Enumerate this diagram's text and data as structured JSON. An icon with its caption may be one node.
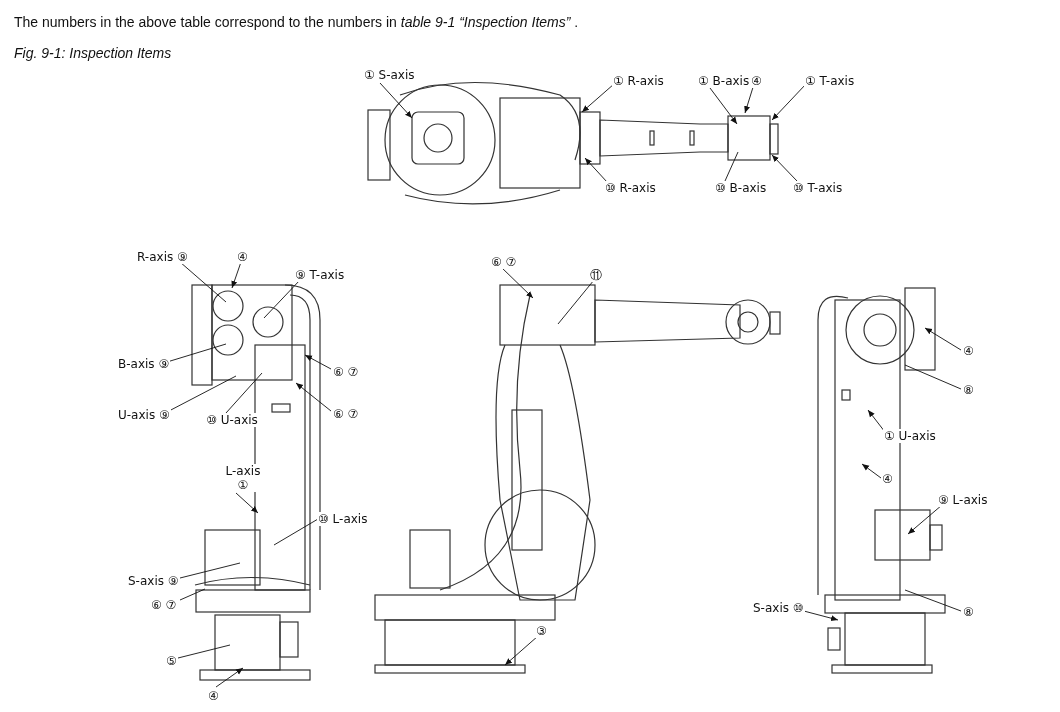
{
  "diagram": {
    "caption": "Fig. 9-1: Inspection Items",
    "nodes": [
      {
        "text": [
          "① S-axis"
        ]
      },
      {
        "text": [
          "① R-axis"
        ]
      },
      {
        "text": [
          "① B-axis"
        ]
      },
      {
        "text": [
          "④"
        ]
      },
      {
        "text": [
          "① T-axis"
        ]
      },
      {
        "text": [
          "⑩ R-axis"
        ]
      },
      {
        "text": [
          "⑩ B-axis"
        ]
      },
      {
        "text": [
          "⑩ T-axis"
        ]
      },
      {
        "text": [
          "R-axis ⑨"
        ]
      },
      {
        "text": [
          "④"
        ]
      },
      {
        "text": [
          "⑨ T-axis"
        ]
      },
      {
        "text": [
          "B-axis ⑨"
        ]
      },
      {
        "text": [
          "U-axis ⑨"
        ]
      },
      {
        "text": [
          "⑥ ⑦"
        ]
      },
      {
        "text": [
          "⑥ ⑦"
        ]
      },
      {
        "text": [
          "⑩ U-axis"
        ]
      },
      {
        "text": [
          "L-axis ①"
        ]
      },
      {
        "text": [
          "⑩ L-axis"
        ]
      },
      {
        "text": [
          "S-axis ⑨"
        ]
      },
      {
        "text": [
          "⑥ ⑦"
        ]
      },
      {
        "text": [
          "⑤"
        ]
      },
      {
        "text": [
          "④"
        ]
      },
      {
        "text": [
          "⑥ ⑦"
        ]
      },
      {
        "text": [
          "⑪"
        ]
      },
      {
        "text": [
          "③"
        ]
      },
      {
        "text": [
          "④"
        ]
      },
      {
        "text": [
          "⑧"
        ]
      },
      {
        "text": [
          "① U-axis"
        ]
      },
      {
        "text": [
          "④"
        ]
      },
      {
        "text": [
          "⑨ L-axis"
        ]
      },
      {
        "text": [
          "⑧"
        ]
      },
      {
        "text": [
          "S-axis ⑩"
        ]
      }
    ],
    "edges": [
      {
        "from": 0,
        "to": null,
        "arrow": "to"
      },
      {
        "from": 1,
        "to": null,
        "arrow": "to"
      },
      {
        "from": 2,
        "to": null,
        "arrow": "to"
      },
      {
        "from": 3,
        "to": null,
        "arrow": "to"
      },
      {
        "from": 4,
        "to": null,
        "arrow": "to"
      },
      {
        "from": 5,
        "to": null,
        "arrow": "to"
      },
      {
        "from": 6,
        "to": null,
        "arrow": "none"
      },
      {
        "from": 7,
        "to": null,
        "arrow": "to"
      },
      {
        "from": 8,
        "to": null,
        "arrow": "none"
      },
      {
        "from": 9,
        "to": null,
        "arrow": "to"
      },
      {
        "from": 10,
        "to": null,
        "arrow": "none"
      },
      {
        "from": 11,
        "to": null,
        "arrow": "none"
      },
      {
        "from": 12,
        "to": null,
        "arrow": "none"
      },
      {
        "from": 13,
        "to": null,
        "arrow": "to"
      },
      {
        "from": 14,
        "to": null,
        "arrow": "to"
      },
      {
        "from": 15,
        "to": null,
        "arrow": "none"
      },
      {
        "from": 16,
        "to": null,
        "arrow": "to"
      },
      {
        "from": 17,
        "to": null,
        "arrow": "none"
      },
      {
        "from": 18,
        "to": null,
        "arrow": "none"
      },
      {
        "from": 19,
        "to": null,
        "arrow": "none"
      },
      {
        "from": 20,
        "to": null,
        "arrow": "none"
      },
      {
        "from": 21,
        "to": null,
        "arrow": "to"
      },
      {
        "from": 22,
        "to": null,
        "arrow": "to"
      },
      {
        "from": 23,
        "to": null,
        "arrow": "none"
      },
      {
        "from": 24,
        "to": null,
        "arrow": "to"
      },
      {
        "from": 25,
        "to": null,
        "arrow": "to"
      },
      {
        "from": 26,
        "to": null,
        "arrow": "none"
      },
      {
        "from": 27,
        "to": null,
        "arrow": "to"
      },
      {
        "from": 28,
        "to": null,
        "arrow": "to"
      },
      {
        "from": 29,
        "to": null,
        "arrow": "to"
      },
      {
        "from": 30,
        "to": null,
        "arrow": "none"
      },
      {
        "from": 31,
        "to": null,
        "arrow": "to"
      }
    ],
    "labels": [
      "The numbers in the above table correspond to the numbers in *table 9-1 “Inspection Items”* ."
    ]
  }
}
